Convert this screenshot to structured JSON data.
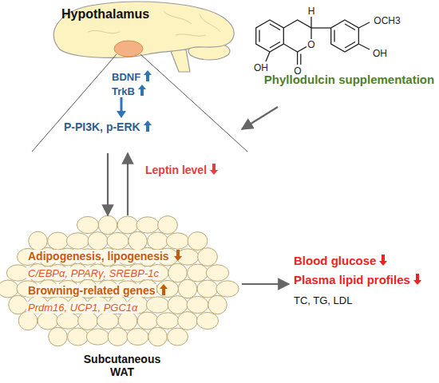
{
  "diagram": {
    "nodes": [
      {
        "text": [
          "Hypothalamus"
        ]
      },
      {
        "text": [
          "Phyllodulcin supplementation"
        ]
      },
      {
        "text": [
          "Adipogenesis, lipogenesis",
          "C/EBPα, PPARγ, SREBP-1c",
          "Browning-related genes",
          "Prdm16, UCP1, PGC1α",
          "Subcutaneous WAT"
        ]
      },
      {
        "text": [
          "Blood glucose",
          "Plasma lipid profiles",
          "TC, TG, LDL"
        ]
      }
    ],
    "edges": [
      {
        "from": 1,
        "to": 0,
        "arrow": "to"
      },
      {
        "from": 0,
        "to": 2,
        "arrow": "to"
      },
      {
        "from": 2,
        "to": 0,
        "arrow": "to"
      },
      {
        "from": 2,
        "to": 3,
        "arrow": "to"
      }
    ],
    "labels": [
      "H",
      "OCH3",
      "OH",
      "O",
      "OH",
      "O",
      "BDNF",
      "TrkB",
      "P-PI3K, p-ERK",
      "Leptin level"
    ]
  }
}
